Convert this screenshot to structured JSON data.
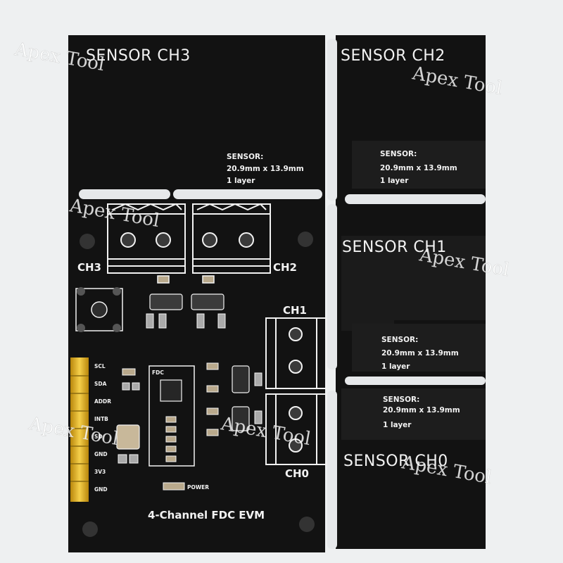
{
  "board": {
    "title": "4-Channel FDC EVM",
    "sensors": [
      {
        "name": "SENSOR CH3",
        "spec_head": "SENSOR:",
        "spec_size": "20.9mm x 13.9mm",
        "spec_layers": "1 layer"
      },
      {
        "name": "SENSOR CH2",
        "spec_head": "SENSOR:",
        "spec_size": "20.9mm x 13.9mm",
        "spec_layers": "1 layer"
      },
      {
        "name": "SENSOR CH1",
        "spec_head": "SENSOR:",
        "spec_size": "20.9mm x 13.9mm",
        "spec_layers": "1 layer"
      },
      {
        "name": "SENSOR CH0",
        "spec_head": "SENSOR:",
        "spec_size": "20.9mm x 13.9mm",
        "spec_layers": "1 layer"
      }
    ],
    "connector_labels": {
      "ch3": "CH3",
      "ch2": "CH2",
      "ch1": "CH1",
      "ch0": "CH0"
    },
    "chip_label": "FDC",
    "power_label": "POWER",
    "pins": [
      "SCL",
      "SDA",
      "ADDR",
      "INTB",
      "SD",
      "GND",
      "3V3",
      "GND"
    ]
  },
  "watermark": "Apex Tool",
  "colors": {
    "pcb": "#121212",
    "silkscreen": "#f2f2f2",
    "background": "#eef0f1",
    "header_pins": "#e8b830"
  }
}
